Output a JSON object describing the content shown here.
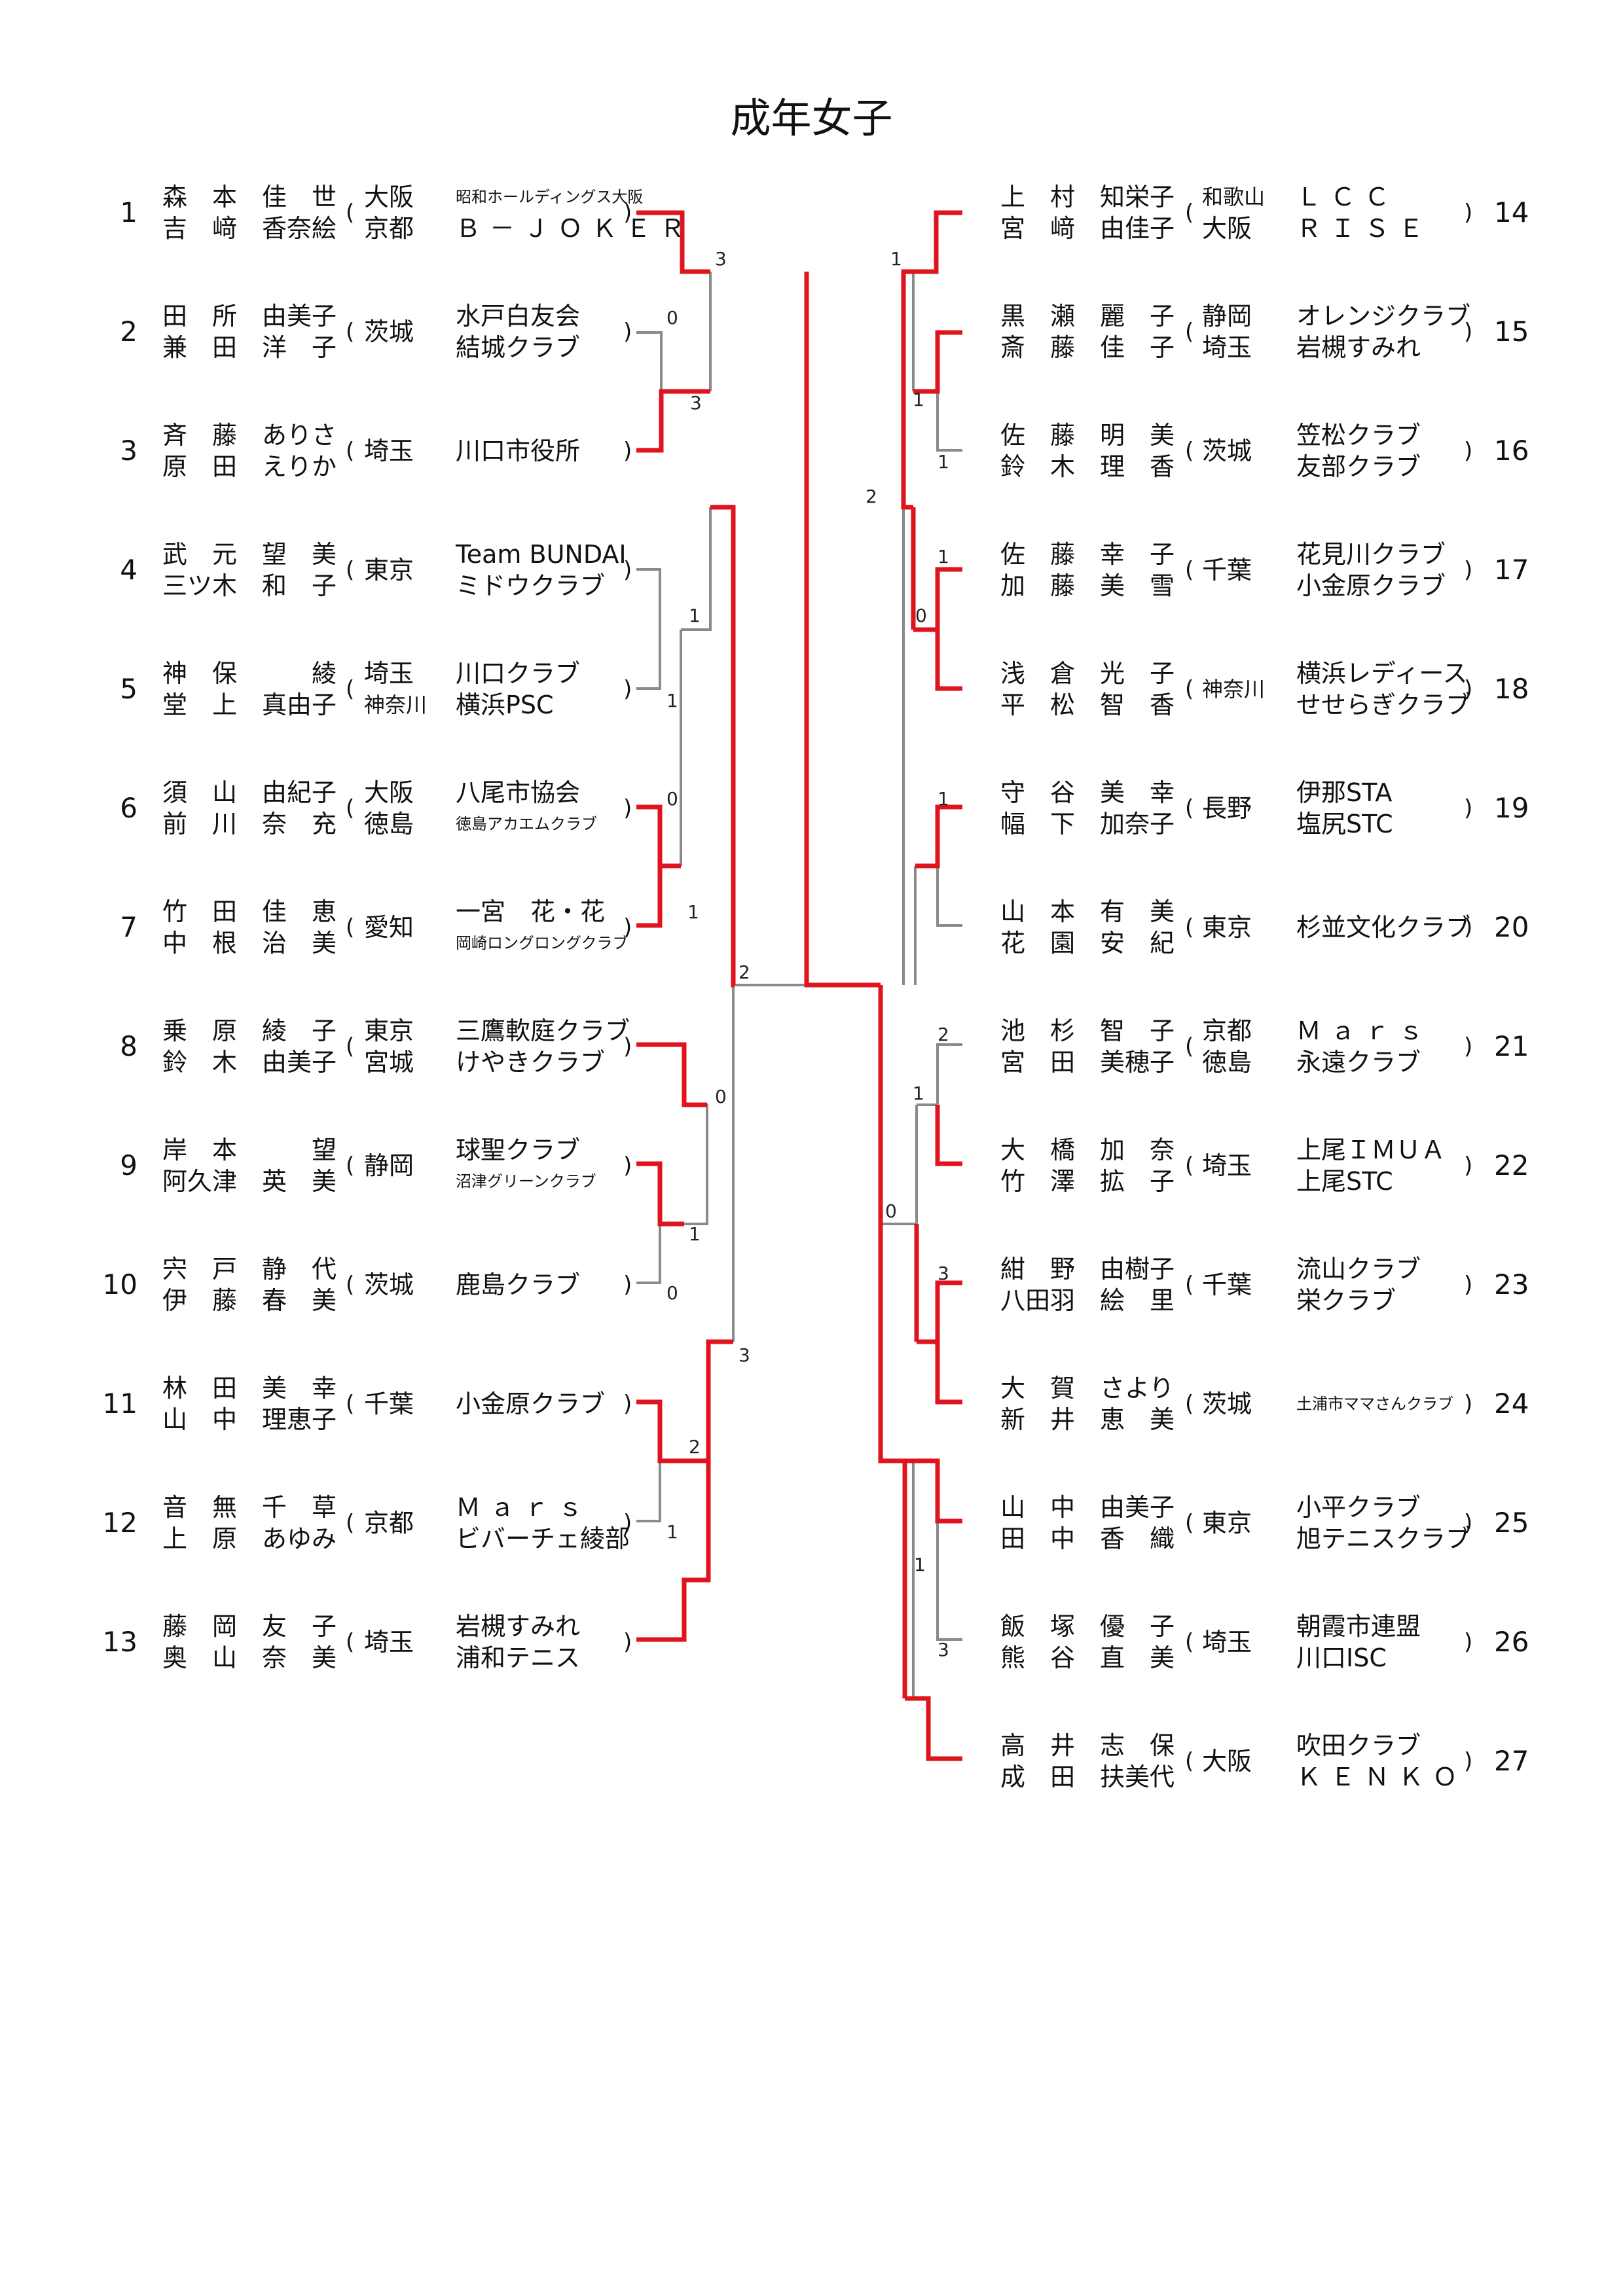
{
  "title": "成年女子",
  "colors": {
    "winner_line": "#e0141e",
    "loser_line": "#8a8a8a"
  },
  "entries": [
    {
      "seed": "1",
      "p1": "森　本　佳　世",
      "p2": "吉　﨑　香奈絵",
      "pref1": "大阪",
      "pref2": "京都",
      "club1": "昭和ホールディングス大阪",
      "club2": "Ｂ－ＪＯＫＥＲ"
    },
    {
      "seed": "2",
      "p1": "田　所　由美子",
      "p2": "兼　田　洋　子",
      "pref1": "茨城",
      "pref2": "",
      "club1": "水戸白友会",
      "club2": "結城クラブ"
    },
    {
      "seed": "3",
      "p1": "斉　藤　ありさ",
      "p2": "原　田　えりか",
      "pref1": "埼玉",
      "pref2": "",
      "club1": "川口市役所",
      "club2": ""
    },
    {
      "seed": "4",
      "p1": "武　元　望　美",
      "p2": "三ツ木　和　子",
      "pref1": "東京",
      "pref2": "",
      "club1": "Team BUNDAI",
      "club2": "ミドウクラブ"
    },
    {
      "seed": "5",
      "p1": "神　保　　　綾",
      "p2": "堂　上　真由子",
      "pref1": "埼玉",
      "pref2": "神奈川",
      "club1": "川口クラブ",
      "club2": "横浜PSC"
    },
    {
      "seed": "6",
      "p1": "須　山　由紀子",
      "p2": "前　川　奈　充",
      "pref1": "大阪",
      "pref2": "徳島",
      "club1": "八尾市協会",
      "club2": "徳島アカエムクラブ"
    },
    {
      "seed": "7",
      "p1": "竹　田　佳　恵",
      "p2": "中　根　治　美",
      "pref1": "愛知",
      "pref2": "",
      "club1": "一宮　花・花",
      "club2": "岡崎ロングロングクラブ"
    },
    {
      "seed": "8",
      "p1": "乗　原　綾　子",
      "p2": "鈴　木　由美子",
      "pref1": "東京",
      "pref2": "宮城",
      "club1": "三鷹軟庭クラブ",
      "club2": "けやきクラブ"
    },
    {
      "seed": "9",
      "p1": "岸　本　　　望",
      "p2": "阿久津　英　美",
      "pref1": "静岡",
      "pref2": "",
      "club1": "球聖クラブ",
      "club2": "沼津グリーンクラブ"
    },
    {
      "seed": "10",
      "p1": "宍　戸　静　代",
      "p2": "伊　藤　春　美",
      "pref1": "茨城",
      "pref2": "",
      "club1": "鹿島クラブ",
      "club2": ""
    },
    {
      "seed": "11",
      "p1": "林　田　美　幸",
      "p2": "山　中　理恵子",
      "pref1": "千葉",
      "pref2": "",
      "club1": "小金原クラブ",
      "club2": ""
    },
    {
      "seed": "12",
      "p1": "音　無　千　草",
      "p2": "上　原　あゆみ",
      "pref1": "京都",
      "pref2": "",
      "club1": "Ｍａｒｓ",
      "club2": "ビバーチェ綾部"
    },
    {
      "seed": "13",
      "p1": "藤　岡　友　子",
      "p2": "奥　山　奈　美",
      "pref1": "埼玉",
      "pref2": "",
      "club1": "岩槻すみれ",
      "club2": "浦和テニス"
    },
    {
      "seed": "14",
      "p1": "上　村　知栄子",
      "p2": "宮　﨑　由佳子",
      "pref1": "和歌山",
      "pref2": "大阪",
      "club1": "ＬＣＣ",
      "club2": "ＲＩＳＥ"
    },
    {
      "seed": "15",
      "p1": "黒　瀬　麗　子",
      "p2": "斎　藤　佳　子",
      "pref1": "静岡",
      "pref2": "埼玉",
      "club1": "オレンジクラブ",
      "club2": "岩槻すみれ"
    },
    {
      "seed": "16",
      "p1": "佐　藤　明　美",
      "p2": "鈴　木　理　香",
      "pref1": "茨城",
      "pref2": "",
      "club1": "笠松クラブ",
      "club2": "友部クラブ"
    },
    {
      "seed": "17",
      "p1": "佐　藤　幸　子",
      "p2": "加　藤　美　雪",
      "pref1": "千葉",
      "pref2": "",
      "club1": "花見川クラブ",
      "club2": "小金原クラブ"
    },
    {
      "seed": "18",
      "p1": "浅　倉　光　子",
      "p2": "平　松　智　香",
      "pref1": "神奈川",
      "pref2": "",
      "club1": "横浜レディース",
      "club2": "せせらぎクラブ"
    },
    {
      "seed": "19",
      "p1": "守　谷　美　幸",
      "p2": "幅　下　加奈子",
      "pref1": "長野",
      "pref2": "",
      "club1": "伊那STA",
      "club2": "塩尻STC"
    },
    {
      "seed": "20",
      "p1": "山　本　有　美",
      "p2": "花　園　安　紀",
      "pref1": "東京",
      "pref2": "",
      "club1": "杉並文化クラブ",
      "club2": ""
    },
    {
      "seed": "21",
      "p1": "池　杉　智　子",
      "p2": "宮　田　美穂子",
      "pref1": "京都",
      "pref2": "徳島",
      "club1": "Ｍａｒｓ",
      "club2": "永遠クラブ"
    },
    {
      "seed": "22",
      "p1": "大　橋　加　奈",
      "p2": "竹　澤　拡　子",
      "pref1": "埼玉",
      "pref2": "",
      "club1": "上尾ＩＭＵＡ",
      "club2": "上尾STC"
    },
    {
      "seed": "23",
      "p1": "紺　野　由樹子",
      "p2": "八田羽　絵　里",
      "pref1": "千葉",
      "pref2": "",
      "club1": "流山クラブ",
      "club2": "栄クラブ"
    },
    {
      "seed": "24",
      "p1": "大　賀　さより",
      "p2": "新　井　恵　美",
      "pref1": "茨城",
      "pref2": "",
      "club1": "土浦市ママさんクラブ",
      "club2": ""
    },
    {
      "seed": "25",
      "p1": "山　中　由美子",
      "p2": "田　中　香　織",
      "pref1": "東京",
      "pref2": "",
      "club1": "小平クラブ",
      "club2": "旭テニスクラブ"
    },
    {
      "seed": "26",
      "p1": "飯　塚　優　子",
      "p2": "熊　谷　直　美",
      "pref1": "埼玉",
      "pref2": "",
      "club1": "朝霞市連盟",
      "club2": "川口ISC"
    },
    {
      "seed": "27",
      "p1": "高　井　志　保",
      "p2": "成　田　扶美代",
      "pref1": "大阪",
      "pref2": "",
      "club1": "吹田クラブ",
      "club2": "ＫＥＮＫＯ"
    }
  ],
  "scores": {
    "l_1_23": "3",
    "l_2_3": "0",
    "l_3_2": "3",
    "l_45": "1",
    "l_5": "1",
    "l_6": "0",
    "l_67": "1",
    "l_top": "2",
    "l_89": "0",
    "l_9_10": "1",
    "l_10": "0",
    "l_11": "2",
    "l_12": "1",
    "l_bot": "3",
    "r_14": "1",
    "r_15_16": "1",
    "r_16": "1",
    "r_top": "2",
    "r_17": "1",
    "r_18": "0",
    "r_19": "1",
    "r_21": "2",
    "r_22": "1",
    "r_mid": "0",
    "r_23": "3",
    "r_25": "1",
    "r_26": "3"
  }
}
